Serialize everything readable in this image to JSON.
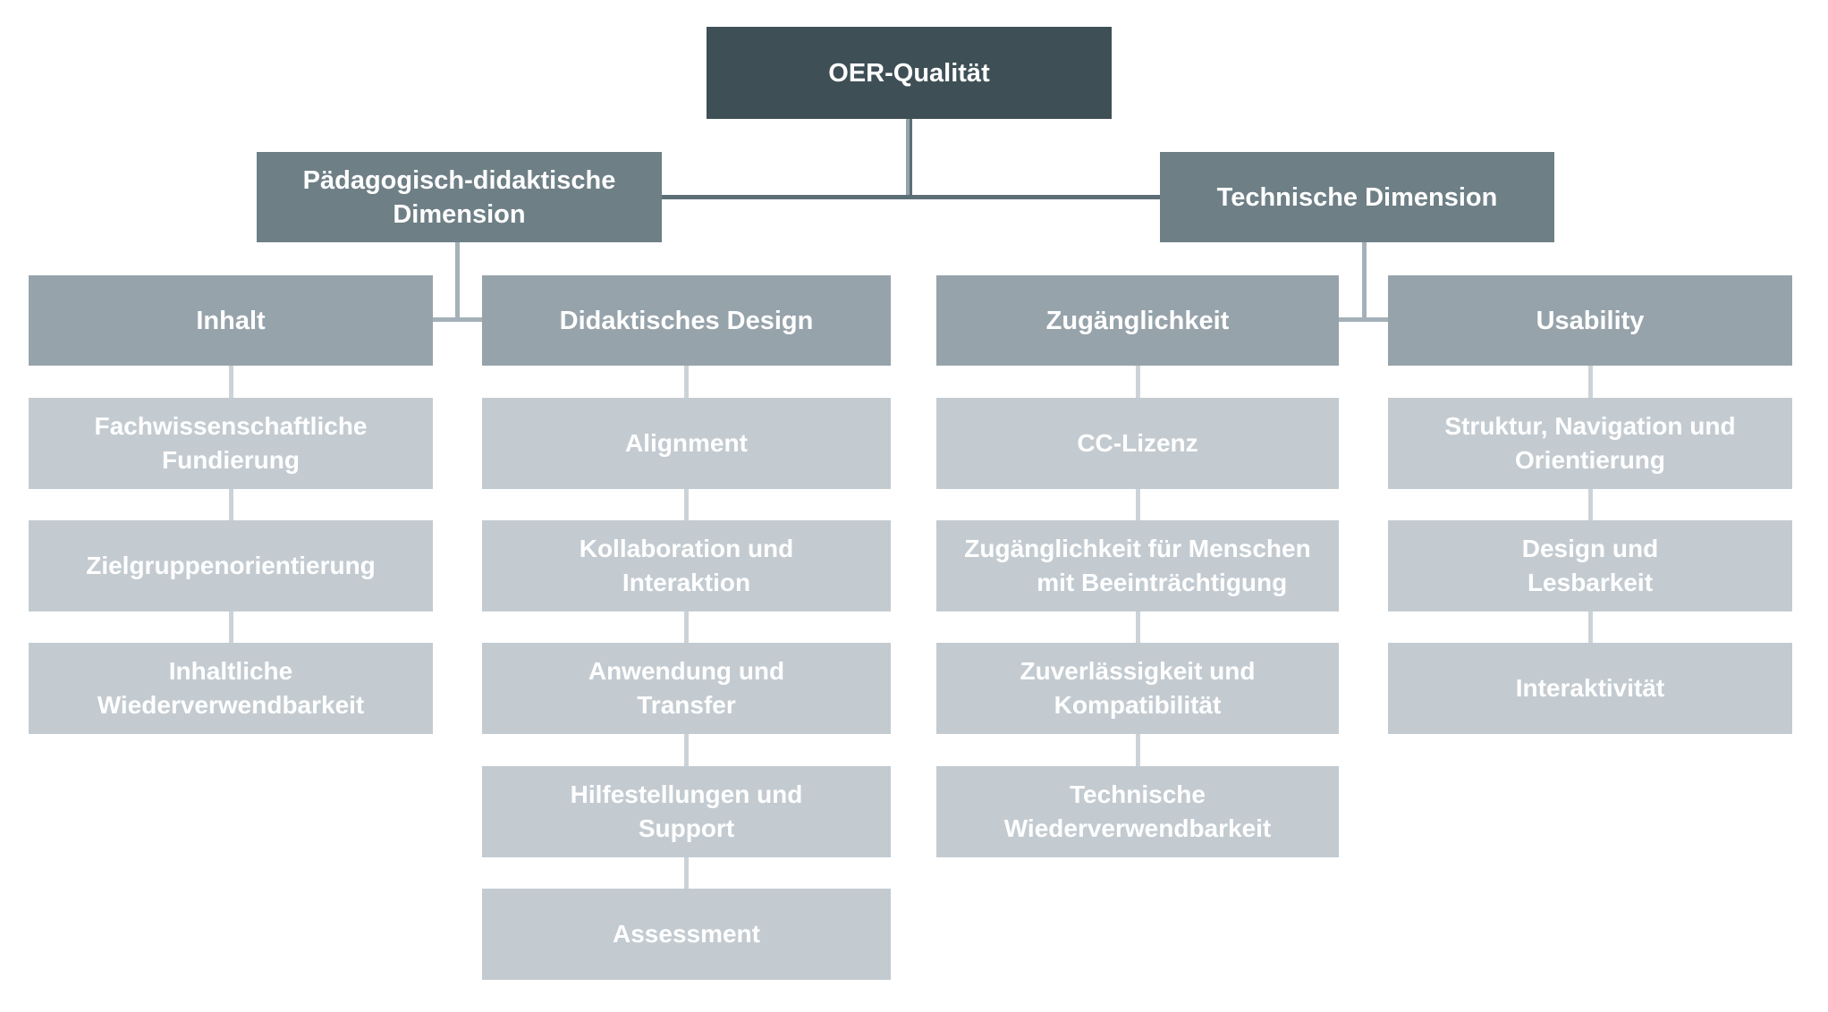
{
  "diagram": {
    "colors": {
      "level1_fill": "#3E4F56",
      "level2_fill": "#6E7F86",
      "level3_fill": "#97A3AB",
      "level4_fill": "#C3CBD1",
      "text_color": "#FFFFFF",
      "connector_dark": "#5D6F76",
      "connector_mid": "#A5B1B8",
      "connector_light": "#CCD3D8",
      "background": "#FFFFFF"
    },
    "tree": {
      "root": "OER-Qualität",
      "children": [
        {
          "label": "Pädagogisch-didaktische\nDimension",
          "children": [
            {
              "label": "Inhalt",
              "children": [
                "Fachwissenschaftliche\nFundierung",
                "Zielgruppenorientierung",
                "Inhaltliche\nWiederverwendbarkeit"
              ]
            },
            {
              "label": "Didaktisches Design",
              "children": [
                "Alignment",
                "Kollaboration und\nInteraktion",
                "Anwendung und\nTransfer",
                "Hilfestellungen und\nSupport",
                "Assessment"
              ]
            }
          ]
        },
        {
          "label": "Technische Dimension",
          "children": [
            {
              "label": "Zugänglichkeit",
              "children": [
                "CC-Lizenz",
                "Zugänglichkeit für Menschen\n       mit Beeinträchtigung",
                "Zuverlässigkeit und\nKompatibilität",
                "Technische\nWiederverwendbarkeit"
              ]
            },
            {
              "label": "Usability",
              "children": [
                "Struktur, Navigation und\nOrientierung",
                "Design und\nLesbarkeit",
                "Interaktivität"
              ]
            }
          ]
        }
      ]
    }
  }
}
